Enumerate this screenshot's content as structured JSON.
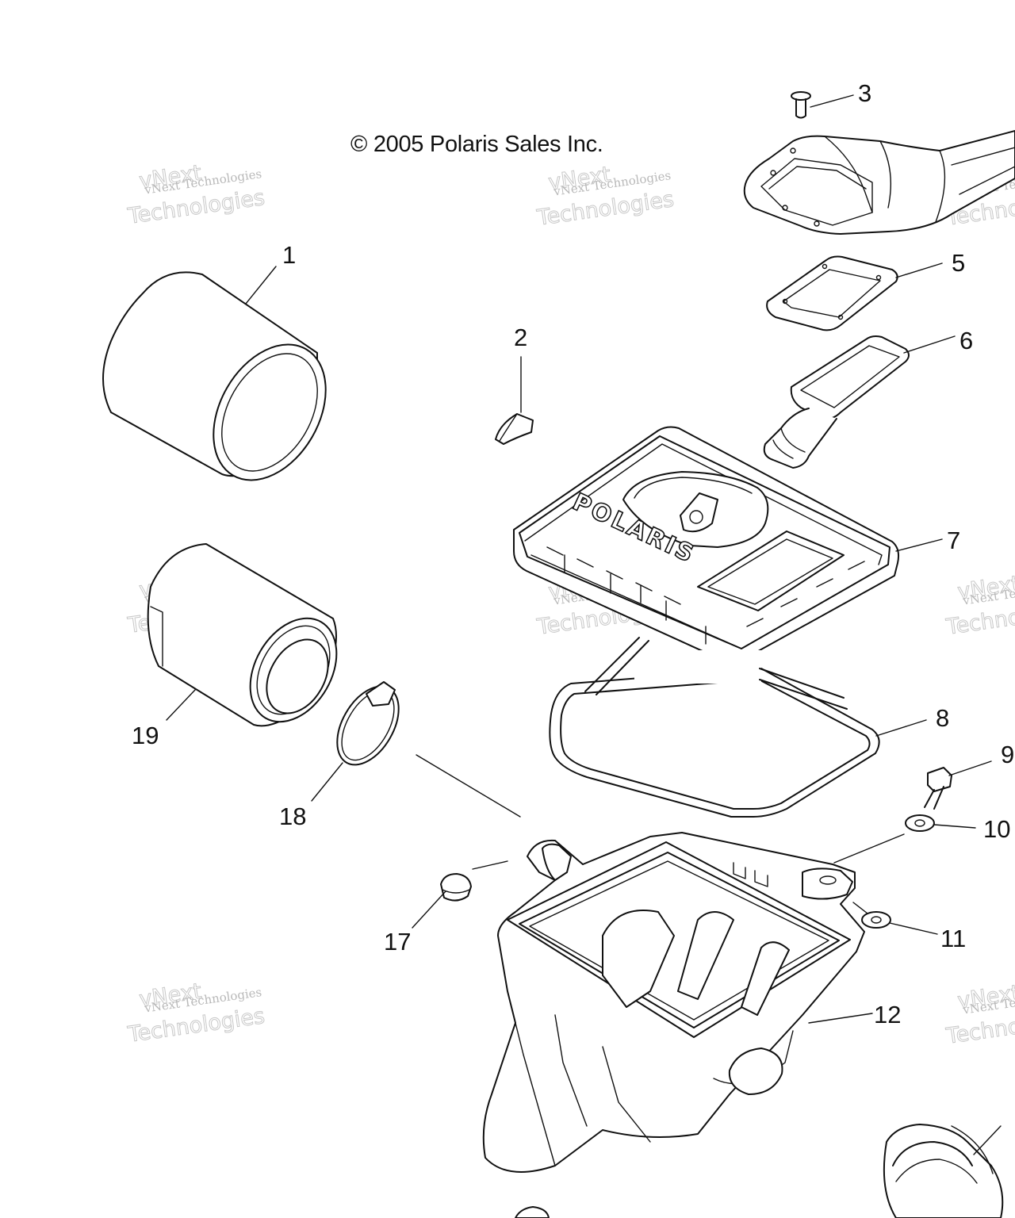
{
  "copyright": "© 2005 Polaris Sales Inc.",
  "watermark": {
    "line1": "vNext Technologies",
    "line2": "Technologies",
    "line3": "vNext"
  },
  "brand_text": "POLARIS",
  "callouts": {
    "c1": "1",
    "c2": "2",
    "c3": "3",
    "c5": "5",
    "c6": "6",
    "c7": "7",
    "c8": "8",
    "c9": "9",
    "c10": "10",
    "c11": "11",
    "c12": "12",
    "c17": "17",
    "c18": "18",
    "c19": "19"
  },
  "colors": {
    "line": "#111111",
    "watermark": "#c0c0c0",
    "background": "#ffffff"
  }
}
